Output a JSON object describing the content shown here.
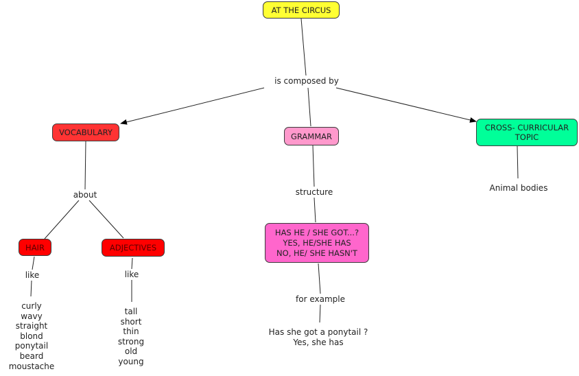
{
  "title": "AT THE CIRCUS",
  "colors": {
    "root": "#ffff33",
    "vocabulary": "#ff3333",
    "grammar": "#ff99cc",
    "structure_box": "#ff66cc",
    "cross_curricular": "#00ff99",
    "hair": "#ff0000",
    "adjectives": "#ff0000"
  },
  "nodes": {
    "root": "AT THE CIRCUS",
    "vocabulary": "VOCABULARY",
    "grammar": "GRAMMAR",
    "cross_curricular": [
      "CROSS- CURRICULAR",
      "TOPIC"
    ],
    "hair": "HAIR",
    "adjectives": "ADJECTIVES",
    "structure_box": [
      "HAS HE / SHE GOT...?",
      "YES, HE/SHE HAS",
      "NO, HE/ SHE HASN'T"
    ]
  },
  "link_labels": {
    "is_composed_by": "is composed by",
    "about": "about",
    "structure": "structure",
    "hair_like": "like",
    "adjectives_like": "like",
    "for_example": "for example"
  },
  "leaves": {
    "animal_bodies": "Animal bodies",
    "hair_words": [
      "curly",
      "wavy",
      "straight",
      "blond",
      "ponytail",
      "beard",
      "moustache"
    ],
    "adjective_words": [
      "tall",
      "short",
      "thin",
      "strong",
      "old",
      "young"
    ],
    "example": [
      "Has she got a ponytail ?",
      "Yes, she has"
    ]
  }
}
